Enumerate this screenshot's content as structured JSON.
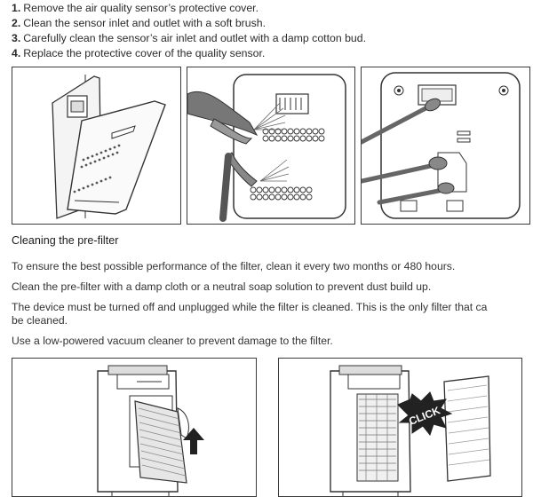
{
  "steps": [
    {
      "num": "1.",
      "text": "Remove the air quality sensor’s protective cover."
    },
    {
      "num": "2.",
      "text": "Clean the sensor inlet and outlet with a soft brush."
    },
    {
      "num": "3.",
      "text": "Carefully clean the sensor’s air inlet and outlet with a damp cotton bud."
    },
    {
      "num": "4.",
      "text": "Replace the protective cover of the quality sensor."
    }
  ],
  "section_heading": "Cleaning the pre-filter",
  "paragraphs": [
    "To ensure the best possible performance of the filter, clean it every two months or 480 hours.",
    "Clean the pre-filter with a damp cloth or a neutral soap solution to prevent dust build up.",
    "The device must be turned off and unplugged while the filter is cleaned. This is the only filter that ca",
    "be cleaned.",
    "Use a low-powered vacuum cleaner to prevent damage to the filter."
  ],
  "figure_texts": {
    "click_label": "CLICK"
  }
}
